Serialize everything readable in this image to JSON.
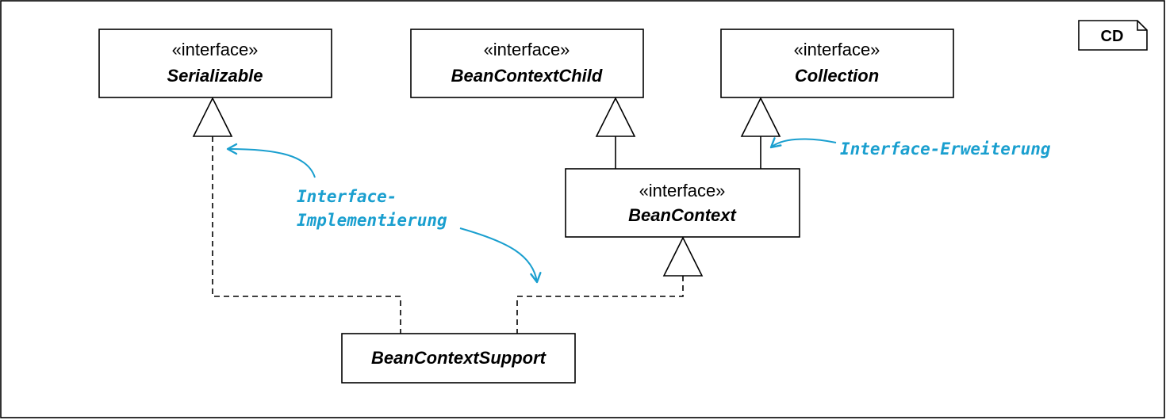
{
  "diagram_tag": "CD",
  "stereotype": "«interface»",
  "classes": {
    "serializable": "Serializable",
    "bean_context_child": "BeanContextChild",
    "collection": "Collection",
    "bean_context": "BeanContext",
    "bean_context_support": "BeanContextSupport"
  },
  "annotations": {
    "implementation_line1": "Interface-",
    "implementation_line2": "Implementierung",
    "extension": "Interface-Erweiterung"
  },
  "colors": {
    "annotation": "#1a9fcf",
    "line": "#000000"
  }
}
